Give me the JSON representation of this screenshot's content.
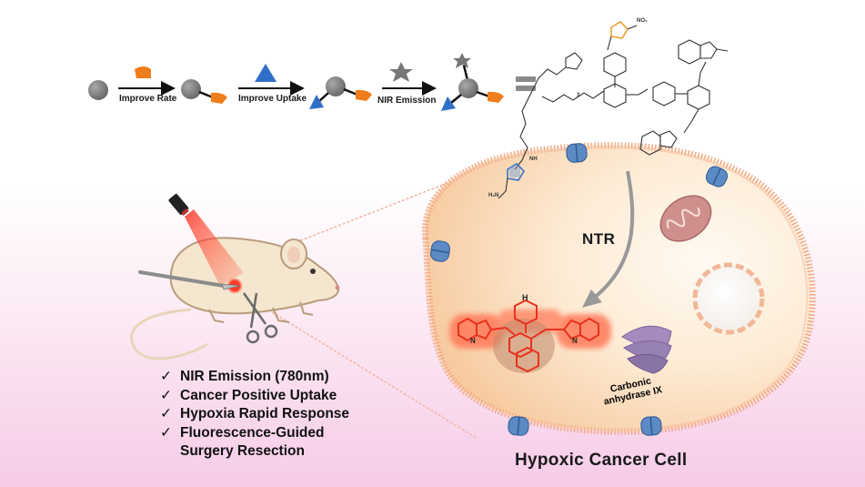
{
  "steps": {
    "improve_rate": "Improve Rate",
    "improve_uptake": "Improve Uptake",
    "nir_emission": "NIR Emission"
  },
  "chem": {
    "no2": "NO₂",
    "h2n": "H₂N",
    "nh": "NH",
    "h": "H",
    "n": "N",
    "sub3": "3"
  },
  "features": [
    "NIR Emission (780nm)",
    "Cancer Positive Uptake",
    "Hypoxia Rapid Response",
    "Fluorescence-Guided",
    "Surgery Resection"
  ],
  "ntr_label": "NTR",
  "enzyme_label": [
    "Carbonic",
    "anhydrase IX"
  ],
  "cell_title": "Hypoxic Cancer Cell",
  "colors": {
    "probe_orange": "#f07d1b",
    "uptake_blue": "#2f6fc8",
    "core_gray": "#7c7c7c",
    "cell_fill": "#fbe3c8",
    "membrane": "#f0a07a",
    "mito": "#c98c8c",
    "golgi": "#9a83b3",
    "fluor_red": "#e8321d"
  },
  "icons": [
    "check-icon",
    "laser-icon",
    "scalpel-icon",
    "scissors-icon",
    "mouse-icon",
    "star-icon",
    "equals-icon"
  ]
}
